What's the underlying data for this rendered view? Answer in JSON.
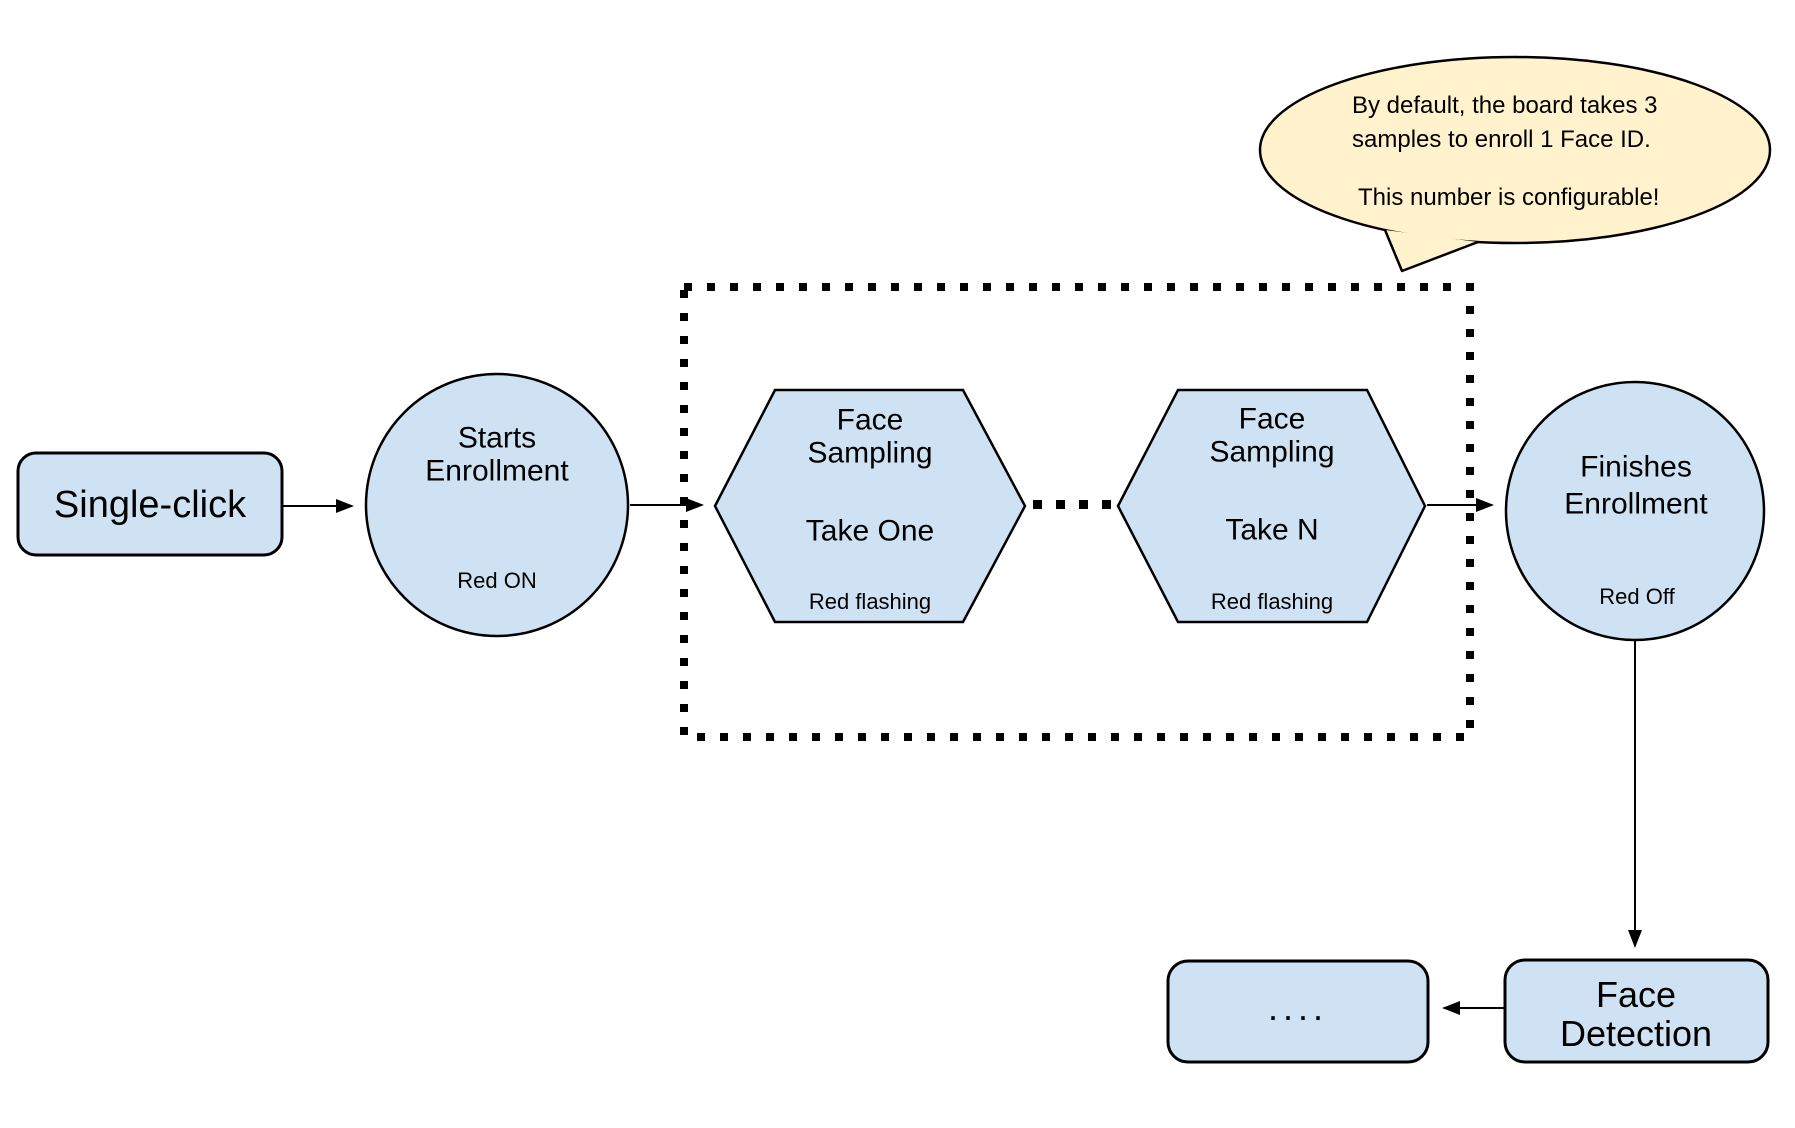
{
  "colors": {
    "node_fill": "#cfe2f3",
    "node_stroke": "#000000",
    "callout_fill": "#fff2cc",
    "arrow": "#000000",
    "background": "#ffffff"
  },
  "nodes": {
    "single_click": {
      "label": "Single-click"
    },
    "starts_enrollment": {
      "line1": "Starts",
      "line2": "Enrollment",
      "status": "Red ON"
    },
    "take_one": {
      "line1": "Face",
      "line2": "Sampling",
      "line3": "Take One",
      "status": "Red flashing"
    },
    "take_n": {
      "line1": "Face",
      "line2": "Sampling",
      "line3": "Take N",
      "status": "Red flashing"
    },
    "finishes_enrollment": {
      "line1": "Finishes",
      "line2": "Enrollment",
      "status": "Red Off"
    },
    "face_detection": {
      "line1": "Face",
      "line2": "Detection"
    },
    "continuation": {
      "label": "...."
    }
  },
  "callout": {
    "line1": "By default, the board takes 3",
    "line2": "samples to enroll 1 Face ID.",
    "line3": "This number is configurable!"
  }
}
